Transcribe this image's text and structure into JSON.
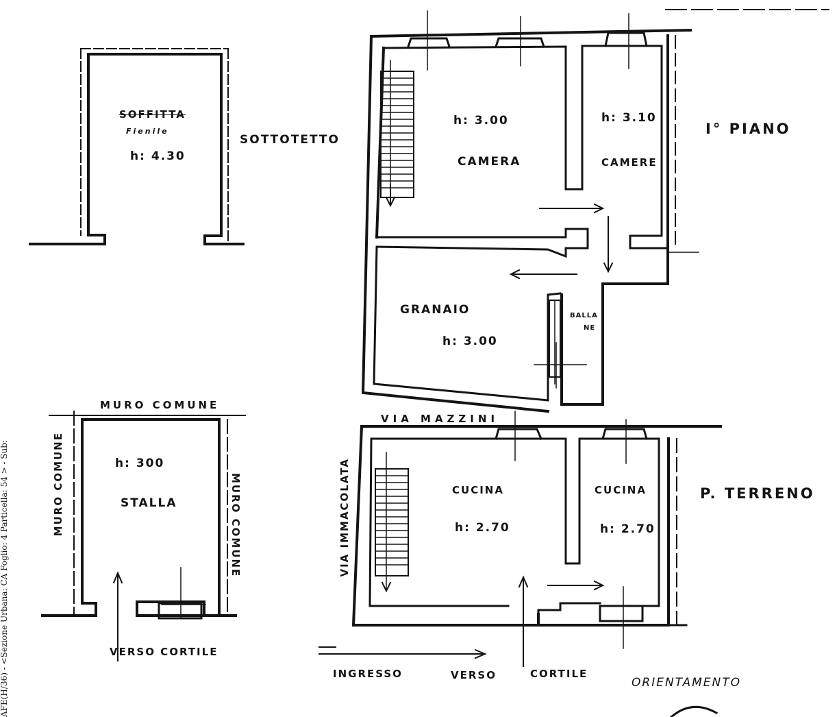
{
  "margin_note": "Sezione Urbana: CA Foglio: 4 Particella: 54 > - Sub:",
  "margin_note_prefix": "AFE(H/36) - <",
  "attic": {
    "room_struck": "SOFFITTA",
    "room": "Fienile",
    "height": "h: 4.30",
    "floor_label": "SOTTOTETTO"
  },
  "first_floor": {
    "floor_label": "I° PIANO",
    "room1_height": "h: 3.00",
    "room1_name": "CAMERA",
    "room2_height": "h: 3.10",
    "room2_name": "CAMERE",
    "room3_name": "GRANAIO",
    "room3_height": "h: 3.00",
    "balcony_a": "BALLA",
    "balcony_b": "NE"
  },
  "ground_floor": {
    "floor_label": "P. TERRENO",
    "street_top": "VIA MAZZINI",
    "street_left": "VIA IMMACOLATA",
    "kitchen1_name": "CUCINA",
    "kitchen1_height": "h: 2.70",
    "kitchen2_name": "CUCINA",
    "kitchen2_height": "h: 2.70",
    "entrance": "INGRESSO",
    "toward": "VERSO",
    "courtyard": "CORTILE"
  },
  "stable": {
    "wall_top": "MURO COMUNE",
    "wall_left": "MURO COMUNE",
    "wall_right": "MURO COMUNE",
    "height": "h: 300",
    "room": "STALLA",
    "toward_courtyard": "VERSO CORTILE"
  },
  "orientation": "ORIENTAMENTO",
  "colors": {
    "ink": "#141414",
    "paper": "#ffffff"
  }
}
